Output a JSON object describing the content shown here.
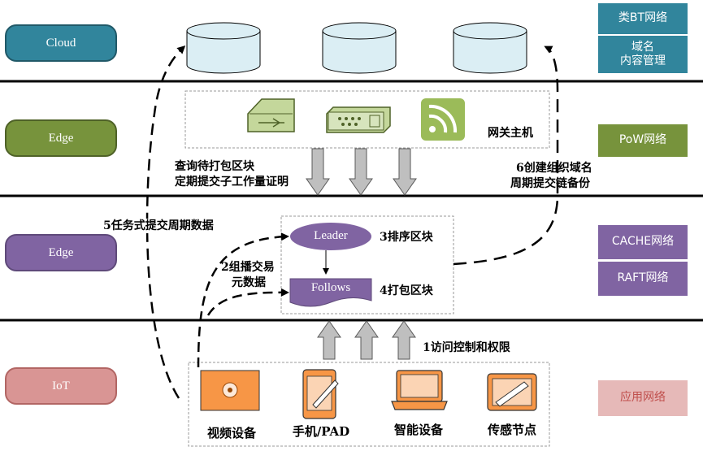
{
  "layers": {
    "cloud": "Cloud",
    "edge_top": "Edge",
    "edge_mid": "Edge",
    "iot": "IoT"
  },
  "side": {
    "bt_network": "类BT网络",
    "domain_mgmt": "域名\n内容管理",
    "pow_network": "PoW网络",
    "cache_network": "CACHE网络",
    "raft_network": "RAFT网络",
    "app_network": "应用网络"
  },
  "edge_top": {
    "gateway_label": "网关主机"
  },
  "edge_mid": {
    "leader": "Leader",
    "follows": "Follows",
    "sort_block": "3排序区块",
    "pack_block": "4打包区块"
  },
  "annotations": {
    "query_pack": "查询待打包区块",
    "submit_pow": "定期提交子工作量证明",
    "create_domain": "6创建组织域名",
    "backup_chain": "周期提交链备份",
    "periodic_submit": "5任务式提交周期数据",
    "multicast_1": "2组播交易",
    "multicast_2": "元数据",
    "access_control": "1访问控制和权限"
  },
  "devices": [
    {
      "name": "视频设备",
      "icon": "video-device-icon"
    },
    {
      "name": "手机/PAD",
      "icon": "tablet-icon"
    },
    {
      "name": "智能设备",
      "icon": "laptop-icon"
    },
    {
      "name": "传感节点",
      "icon": "sensor-node-icon"
    }
  ],
  "colors": {
    "cloud": "#31859c",
    "edge_top": "#77933c",
    "edge_mid": "#8064a2",
    "iot": "#d99594",
    "cylinder": "#dbeef4"
  }
}
